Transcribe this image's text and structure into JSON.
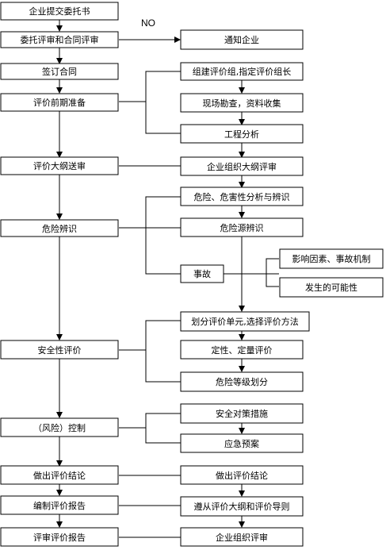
{
  "left": {
    "b1": "企业提交委托书",
    "b2": "委托评审和合同评审",
    "b3": "签订合同",
    "b4": "评价前期准备",
    "b5": "评价大纲送审",
    "b6": "危险辨识",
    "b7": "安全性评价",
    "b8": "（风险）控制",
    "b9": "做出评价结论",
    "b10": "编制评价报告",
    "b11": "评审评价报告"
  },
  "right": {
    "r1": "通知企业",
    "r2": "组建评价组,指定评价组长",
    "r3": "现场勘查，资料收集",
    "r4": "工程分析",
    "r5": "企业组织大纲评审",
    "r6": "危险、危害性分析与辨识",
    "r7": "危险源辨识",
    "r8": "事故",
    "r9": "划分评价单元,选择评价方法",
    "r10": "定性、定量评价",
    "r11": "危险等级划分",
    "r12": "安全对策措施",
    "r13": "应急预案",
    "r14": "做出评价结论",
    "r15": "遵从评价大纲和评价导则",
    "r16": "企业组织评审"
  },
  "far": {
    "f1": "影响因素、事故机制",
    "f2": "发生的可能性"
  },
  "labels": {
    "no": "NO"
  }
}
